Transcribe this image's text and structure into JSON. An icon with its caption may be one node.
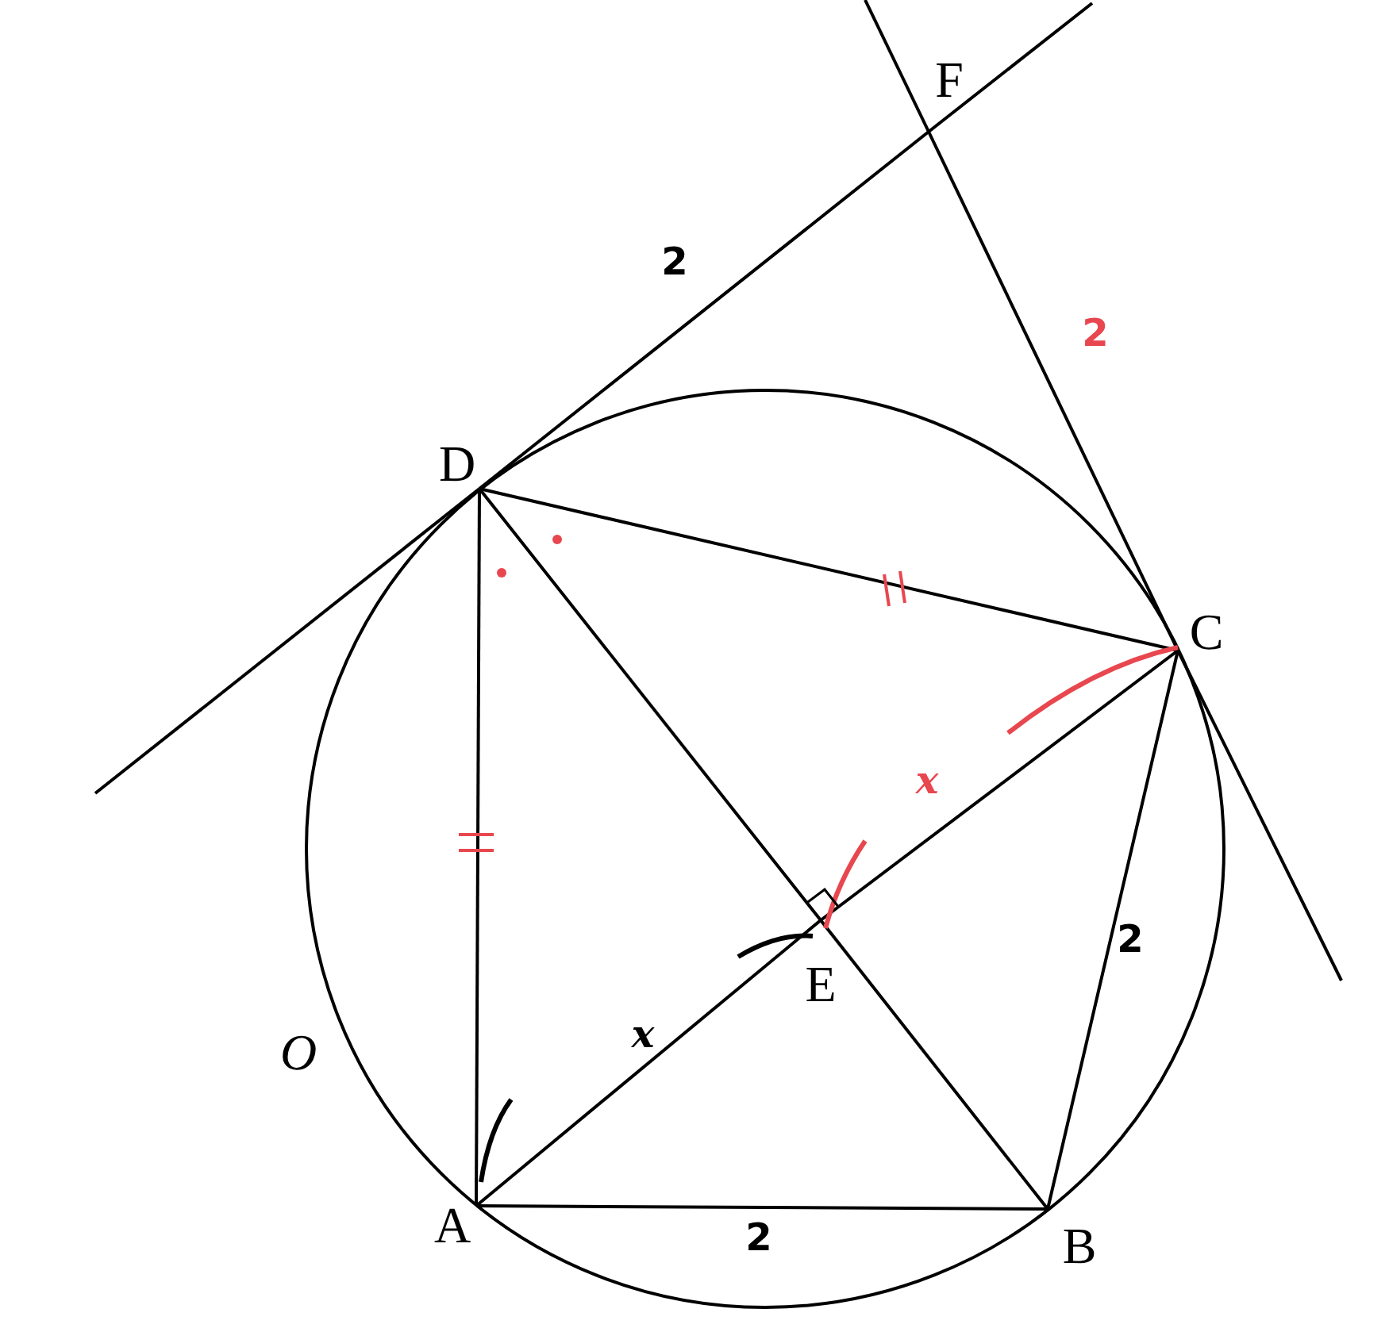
{
  "diagram": {
    "nodes": [
      {
        "text": [
          "F"
        ]
      },
      {
        "text": [
          "D"
        ]
      },
      {
        "text": [
          "C"
        ]
      },
      {
        "text": [
          "E"
        ]
      },
      {
        "text": [
          "A"
        ]
      },
      {
        "text": [
          "B"
        ]
      }
    ],
    "edges": [
      {
        "from": 1,
        "to": 0,
        "arrow": "none",
        "label": "2"
      },
      {
        "from": 0,
        "to": 2,
        "arrow": "none",
        "label": "2"
      },
      {
        "from": 1,
        "to": 2,
        "arrow": "none"
      },
      {
        "from": 1,
        "to": 4,
        "arrow": "none"
      },
      {
        "from": 1,
        "to": 3,
        "arrow": "none"
      },
      {
        "from": 3,
        "to": 5,
        "arrow": "none"
      },
      {
        "from": 4,
        "to": 3,
        "arrow": "none",
        "label": "x"
      },
      {
        "from": 3,
        "to": 2,
        "arrow": "none",
        "label": "x"
      },
      {
        "from": 4,
        "to": 5,
        "arrow": "none",
        "label": "2"
      },
      {
        "from": 5,
        "to": 2,
        "arrow": "none",
        "label": "2"
      }
    ],
    "labels": [
      "O"
    ]
  }
}
